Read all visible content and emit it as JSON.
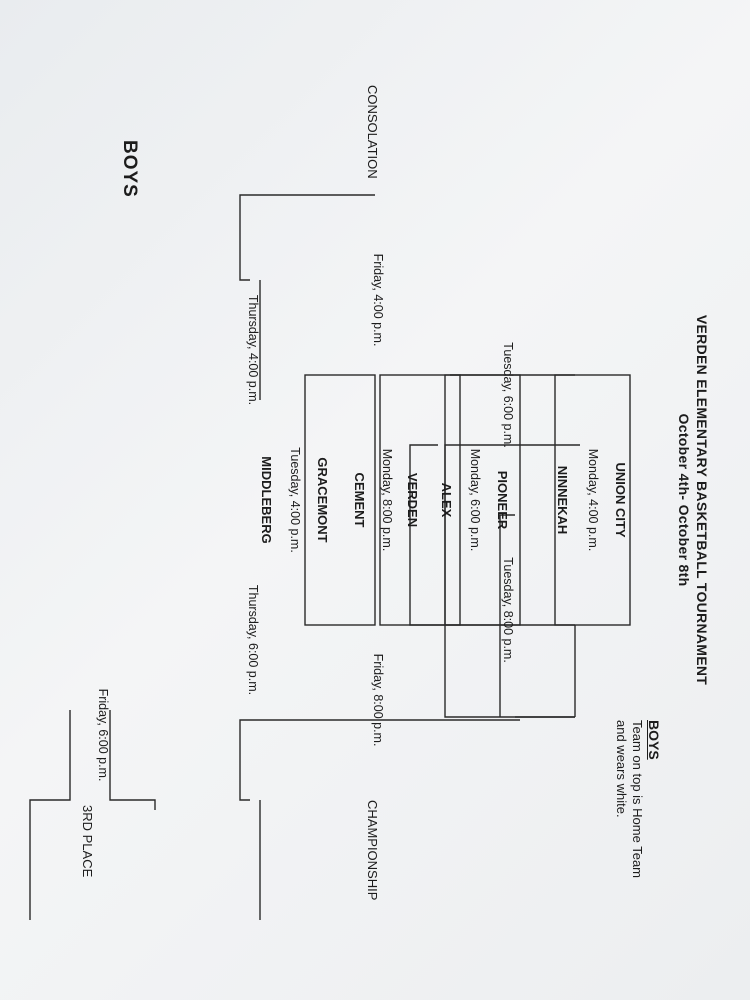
{
  "header": {
    "title": "VERDEN ELEMENTARY BASKETBALL TOURNAMENT",
    "dates": "October 4th- October 8th"
  },
  "note": {
    "heading": "BOYS",
    "line1": "Team on top is Home Team",
    "line2": "and wears white."
  },
  "teams": {
    "union_city": "UNION CITY",
    "ninnekah": "NINNEKAH",
    "pioneer": "PIONEER",
    "verden": "VERDEN",
    "alex": "ALEX",
    "cement": "CEMENT",
    "gracemont": "GRACEMONT",
    "middleberg": "MIDDLEBERG"
  },
  "games": {
    "mon4": "Monday, 4:00 p.m.",
    "mon6": "Monday, 6:00 p.m.",
    "mon8": "Monday, 8:00 p.m.",
    "tue4": "Tuesday, 4:00 p.m.",
    "tue6": "Tuesday, 6:00 p.m.",
    "tue8": "Tuesday, 8:00 p.m.",
    "thu4": "Thursday, 4:00 p.m.",
    "thu6": "Thursday, 6:00 p.m.",
    "fri4": "Friday, 4:00 p.m.",
    "fri6": "Friday, 6:00 p.m.",
    "fri8": "Friday, 8:00 p.m."
  },
  "labels": {
    "consolation": "CONSOLATION",
    "championship": "CHAMPIONSHIP",
    "third_place": "3RD PLACE",
    "boys": "BOYS"
  }
}
